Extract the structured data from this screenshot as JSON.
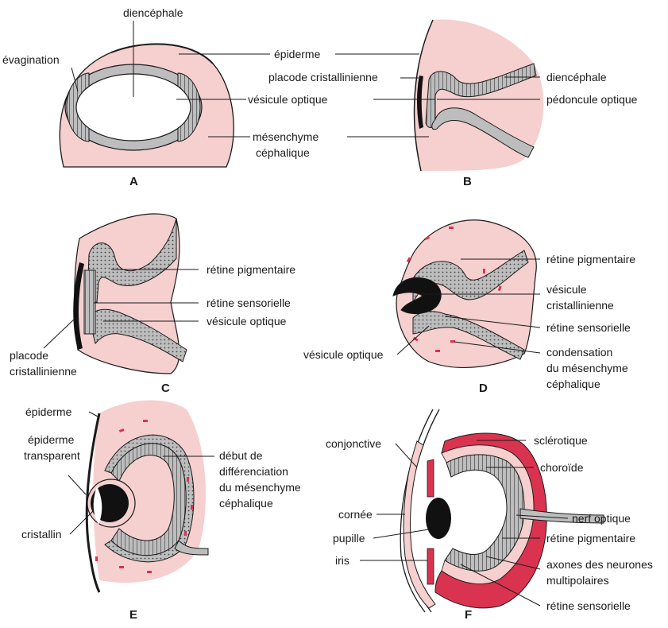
{
  "colors": {
    "mesenchyme": "#f6cfcf",
    "neural_tissue": "#bdbdbd",
    "lens_black": "#111111",
    "sclera_red": "#d9334f",
    "condensation": "#d9334f",
    "outline": "#1a1a1a"
  },
  "panels": {
    "A": {
      "letter": "A",
      "labels": {
        "diencephale": "diencéphale",
        "epiderme": "épiderme",
        "evagination": "évagination",
        "vesicule_optique": "vésicule optique",
        "mesenchyme_1": "mésenchyme",
        "mesenchyme_2": "céphalique"
      }
    },
    "B": {
      "letter": "B",
      "labels": {
        "placode": "placode cristallinienne",
        "diencephale": "diencéphale",
        "pedoncule": "pédoncule optique"
      }
    },
    "C": {
      "letter": "C",
      "labels": {
        "retine_pigmentaire": "rétine pigmentaire",
        "retine_sensorielle": "rétine sensorielle",
        "vesicule_optique": "vésicule optique",
        "placode_1": "placode",
        "placode_2": "cristallinienne"
      }
    },
    "D": {
      "letter": "D",
      "labels": {
        "retine_pigmentaire": "rétine pigmentaire",
        "vesicule_crist_1": "vésicule",
        "vesicule_crist_2": "cristallinienne",
        "retine_sensorielle": "rétine sensorielle",
        "vesicule_optique": "vésicule optique",
        "condensation_1": "condensation",
        "condensation_2": "du mésenchyme",
        "condensation_3": "céphalique"
      }
    },
    "E": {
      "letter": "E",
      "labels": {
        "epiderme": "épiderme",
        "epiderme_transp_1": "épiderme",
        "epiderme_transp_2": "transparent",
        "cristallin": "cristallin",
        "debut_1": "début de",
        "debut_2": "différenciation",
        "debut_3": "du mésenchyme",
        "debut_4": "céphalique"
      }
    },
    "F": {
      "letter": "F",
      "labels": {
        "conjonctive": "conjonctive",
        "sclerotique": "sclérotique",
        "choroide": "choroïde",
        "cornee": "cornée",
        "pupille": "pupille",
        "nerf_optique": "nerf optique",
        "iris": "iris",
        "retine_pigmentaire": "rétine pigmentaire",
        "axones_1": "axones des neurones",
        "axones_2": "multipolaires",
        "retine_sensorielle": "rétine sensorielle"
      }
    }
  }
}
